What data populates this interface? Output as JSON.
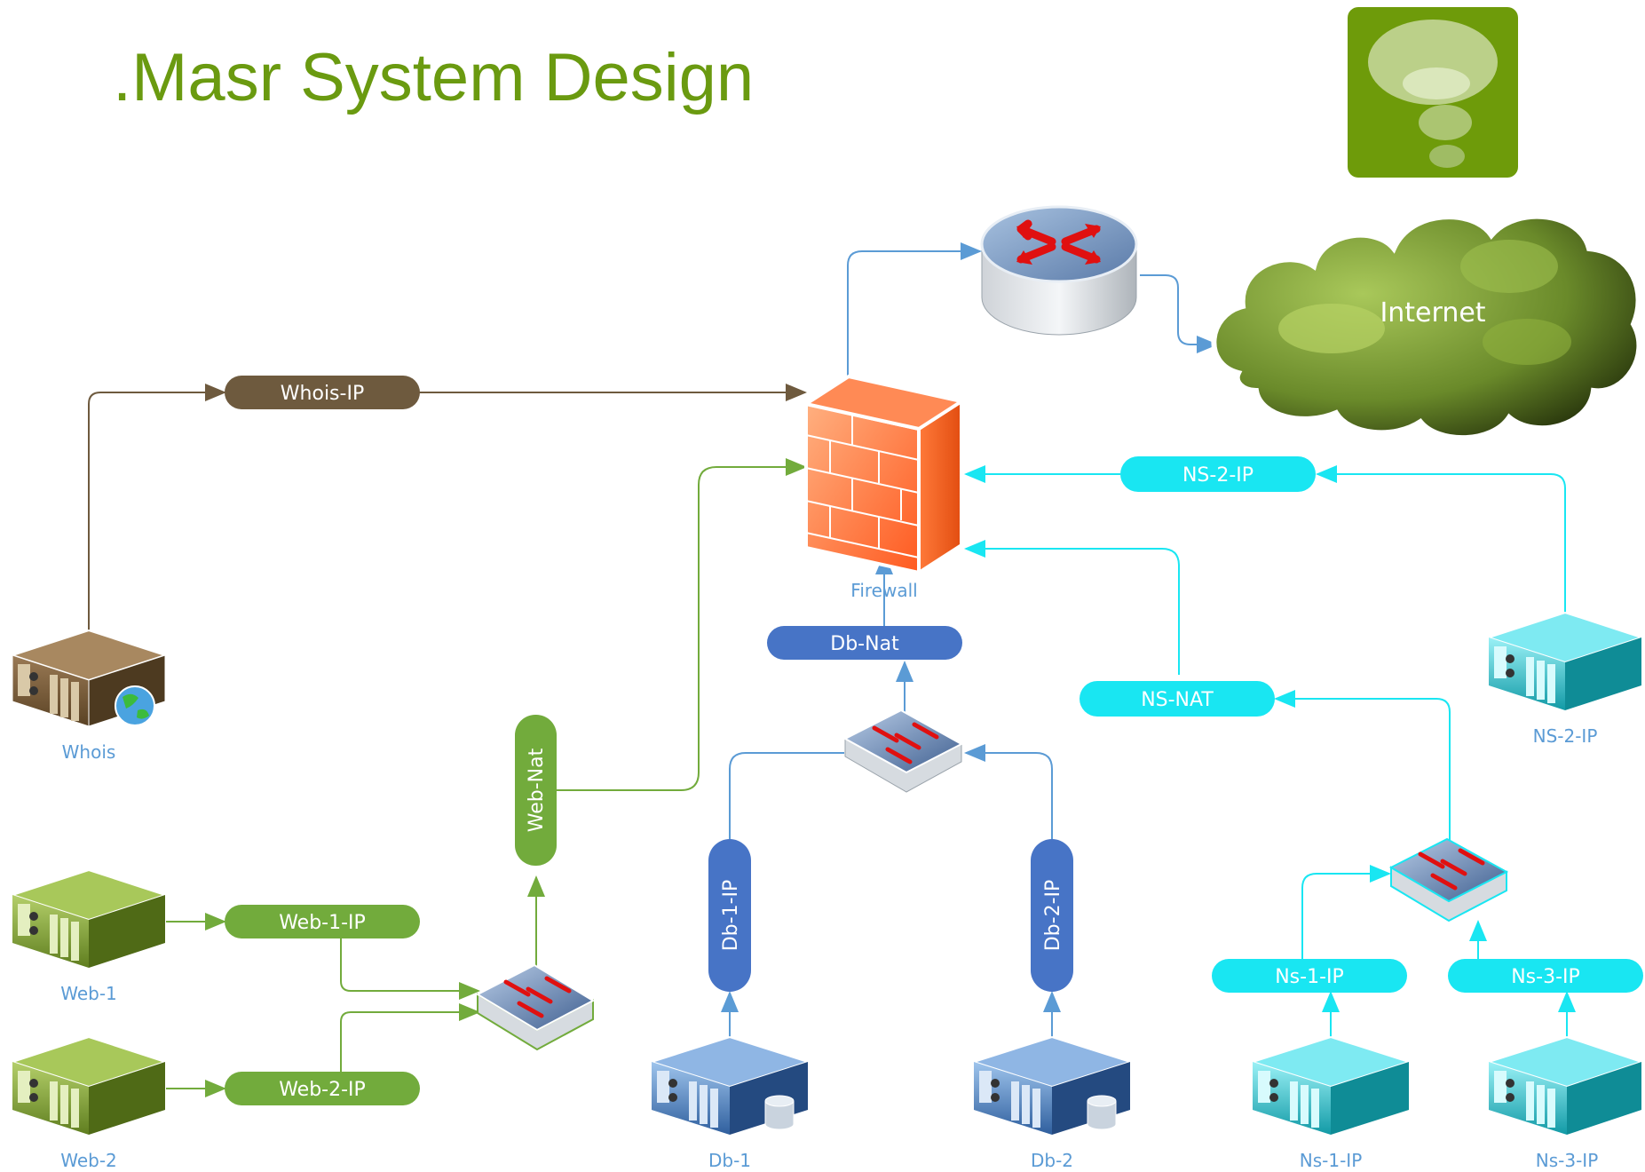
{
  "title": ".Masr System Design",
  "colors": {
    "title": "#6a9a10",
    "whois": "#6e5a3e",
    "web": "#72ab3c",
    "db": "#4774c6",
    "ns": "#19e6f2",
    "internet_link": "#5b9bd5",
    "caption": "#5b9bd5"
  },
  "nodes": {
    "firewall": {
      "label": "Firewall",
      "icon": "firewall-icon"
    },
    "router": {
      "label": "",
      "icon": "router-icon"
    },
    "internet": {
      "label": "Internet",
      "icon": "cloud-icon"
    },
    "logo": {
      "icon": "thought-bubble-icon"
    },
    "whois": {
      "label": "Whois",
      "icon": "server-globe-icon"
    },
    "web1": {
      "label": "Web-1",
      "icon": "server-icon"
    },
    "web2": {
      "label": "Web-2",
      "icon": "server-icon"
    },
    "db1": {
      "label": "Db-1",
      "icon": "database-server-icon"
    },
    "db2": {
      "label": "Db-2",
      "icon": "database-server-icon"
    },
    "ns1": {
      "label": "Ns-1-IP",
      "icon": "server-icon"
    },
    "ns2": {
      "label": "NS-2-IP",
      "icon": "server-icon"
    },
    "ns3": {
      "label": "Ns-3-IP",
      "icon": "server-icon"
    },
    "web_switch": {
      "icon": "switch-icon"
    },
    "db_switch": {
      "icon": "switch-icon"
    },
    "ns_switch": {
      "icon": "switch-icon"
    }
  },
  "pills": {
    "whois_ip": "Whois-IP",
    "web_nat": "Web-Nat",
    "web1_ip": "Web-1-IP",
    "web2_ip": "Web-2-IP",
    "db_nat": "Db-Nat",
    "db1_ip": "Db-1-IP",
    "db2_ip": "Db-2-IP",
    "ns2_ip": "NS-2-IP",
    "ns_nat": "NS-NAT",
    "ns1_ip": "Ns-1-IP",
    "ns3_ip": "Ns-3-IP"
  },
  "edges": [
    {
      "from": "whois",
      "to": "whois_ip"
    },
    {
      "from": "whois_ip",
      "to": "firewall"
    },
    {
      "from": "web1",
      "to": "web1_ip"
    },
    {
      "from": "web2",
      "to": "web2_ip"
    },
    {
      "from": "web1_ip",
      "to": "web_switch"
    },
    {
      "from": "web2_ip",
      "to": "web_switch"
    },
    {
      "from": "web_switch",
      "to": "web_nat"
    },
    {
      "from": "web_nat",
      "to": "firewall"
    },
    {
      "from": "db1",
      "to": "db1_ip"
    },
    {
      "from": "db2",
      "to": "db2_ip"
    },
    {
      "from": "db1_ip",
      "to": "db_switch"
    },
    {
      "from": "db2_ip",
      "to": "db_switch"
    },
    {
      "from": "db_switch",
      "to": "db_nat"
    },
    {
      "from": "db_nat",
      "to": "firewall"
    },
    {
      "from": "ns1",
      "to": "ns1_ip"
    },
    {
      "from": "ns3",
      "to": "ns3_ip"
    },
    {
      "from": "ns1_ip",
      "to": "ns_switch"
    },
    {
      "from": "ns3_ip",
      "to": "ns_switch"
    },
    {
      "from": "ns_switch",
      "to": "ns_nat"
    },
    {
      "from": "ns_nat",
      "to": "firewall"
    },
    {
      "from": "ns2",
      "to": "ns2_ip"
    },
    {
      "from": "ns2_ip",
      "to": "firewall"
    },
    {
      "from": "firewall",
      "to": "router"
    },
    {
      "from": "router",
      "to": "internet"
    }
  ]
}
